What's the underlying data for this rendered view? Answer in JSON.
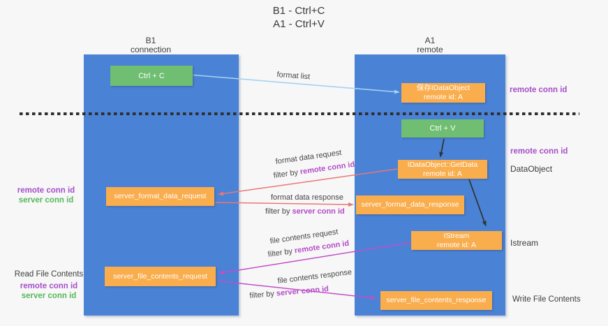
{
  "title": {
    "line1": "B1 - Ctrl+C",
    "line2": "A1 - Ctrl+V"
  },
  "columns": {
    "b1": {
      "name": "B1",
      "role": "connection"
    },
    "a1": {
      "name": "A1",
      "role": "remote"
    }
  },
  "boxes": {
    "ctrl_c": {
      "label": "Ctrl + C"
    },
    "ctrl_v": {
      "label": "Ctrl + V"
    },
    "save_dataobject": {
      "line1": "保存IDataObject",
      "line2": "remote id: A"
    },
    "getdata": {
      "line1": "IDataObject::GetData",
      "line2": "remote id: A"
    },
    "istream": {
      "line1": "IStream",
      "line2": "remote id: A"
    },
    "format_request": {
      "label": "server_format_data_request"
    },
    "format_response": {
      "label": "server_format_data_response"
    },
    "file_request": {
      "label": "server_file_contents_request"
    },
    "file_response": {
      "label": "server_file_contents_response"
    }
  },
  "arrow_labels": {
    "format_list": "format list",
    "format_data_request": "format data request",
    "format_data_response": "format data response",
    "file_contents_request": "file contents request",
    "file_contents_response": "file contents response",
    "filter_by": "filter by"
  },
  "tokens": {
    "remote_conn_id": "remote conn id",
    "server_conn_id": "server conn id"
  },
  "side_labels": {
    "left": {
      "read_file_contents": "Read File Contents"
    },
    "right": {
      "dataobject": "DataObject",
      "istream": "Istream",
      "write_file_contents": "Write File Contents"
    }
  },
  "colors": {
    "column_blue": "#4a82d6",
    "box_green": "#6fbe72",
    "box_orange": "#f9ad4d",
    "arrow_salmon": "#e87876",
    "arrow_magenta": "#c24ec8",
    "arrow_lightblue": "#a5d2f0",
    "arrow_black": "#333333",
    "text_purple": "#a64fc8",
    "text_green": "#56b85a"
  }
}
